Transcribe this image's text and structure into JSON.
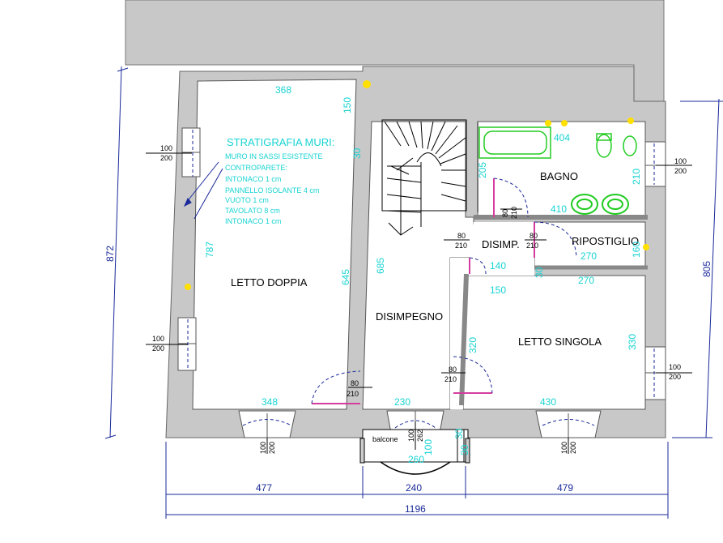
{
  "rooms": {
    "letto_doppia": "LETTO DOPPIA",
    "disimpegno": "DISIMPEGNO",
    "disimp": "DISIMP.",
    "bagno": "BAGNO",
    "ripostiglio": "RIPOSTIGLIO",
    "letto_singola": "LETTO SINGOLA",
    "balcone": "balcone"
  },
  "note": {
    "title": "STRATIGRAFIA MURI:",
    "lines": [
      "MURO IN SASSI ESISTENTE",
      "CONTROPARETE:",
      "INTONACO  1 cm",
      "PANNELLO ISOLANTE 4 cm",
      "VUOTO 1 cm",
      "TAVOLATO 8 cm",
      "INTONACO  1 cm"
    ]
  },
  "inner_dims": {
    "d368": "368",
    "d150a": "150",
    "d30a": "30",
    "d787": "787",
    "d645": "645",
    "d348": "348",
    "d685": "685",
    "d230": "230",
    "d404": "404",
    "d205": "205",
    "d210b": "210",
    "d410": "410",
    "d270a": "270",
    "d160": "160",
    "d140": "140",
    "d30b": "30",
    "d150b": "150",
    "d270b": "270",
    "d320": "320",
    "d330": "330",
    "d430": "430",
    "d30c": "30",
    "d30d": "30",
    "d260": "260",
    "d100c": "100"
  },
  "doors": {
    "dis_w": "80",
    "dis_h": "210",
    "bagno_w": "80",
    "bagno_h": "210",
    "rip_w": "80",
    "rip_h": "210",
    "ld_w": "80",
    "ld_h": "210",
    "ls_w": "80",
    "ls_h": "210"
  },
  "windows": {
    "wl1_w": "100",
    "wl1_h": "200",
    "wl2_w": "100",
    "wl2_h": "200",
    "wr1_w": "100",
    "wr1_h": "200",
    "wr2_w": "100",
    "wr2_h": "200",
    "wb1_w": "100",
    "wb1_h": "200",
    "wb2_w": "100",
    "wb2_h": "200",
    "wbal_w": "100",
    "wbal_h": "262"
  },
  "overall_dims": {
    "left": "872",
    "right": "805",
    "bottom_left": "477",
    "bottom_mid": "240",
    "bottom_right": "479",
    "total": "1196"
  },
  "colors": {
    "wall": "#c8c8c8",
    "dim_text": "#19d3d3",
    "dim_line": "#1a2a9a",
    "door_arc": "#1a2a9a",
    "fixture": "#22cc22"
  }
}
